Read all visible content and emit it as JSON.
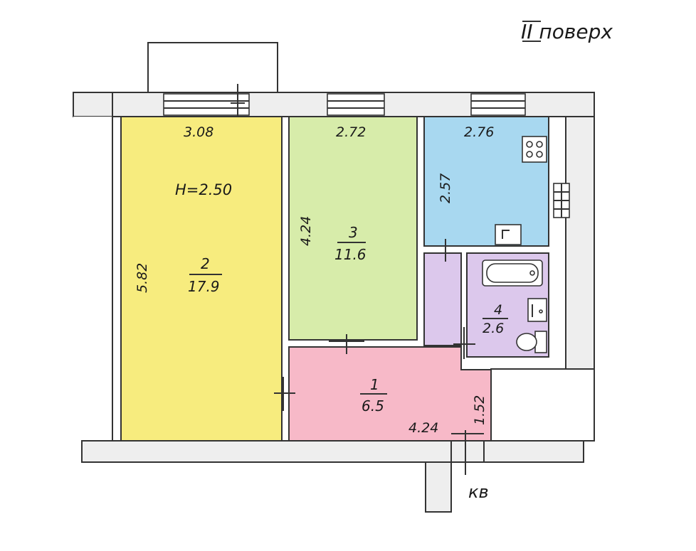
{
  "floor_label": "II поверх",
  "ceiling_height": "H=2.50",
  "entrance_label": "кв",
  "colors": {
    "living_room": "#f7ec7e",
    "bedroom": "#d7ecaa",
    "kitchen": "#a8d8f0",
    "bathroom": "#dcc8ec",
    "corridor": "#f7b9c8",
    "closet": "#dcc8ec",
    "wall": "#eeeeee"
  },
  "rooms": [
    {
      "id": "living",
      "number": "2",
      "area": "17.9",
      "dims": {
        "top": "3.08",
        "left": "5.82"
      }
    },
    {
      "id": "bedroom",
      "number": "3",
      "area": "11.6",
      "dims": {
        "top": "2.72",
        "left": "4.24"
      }
    },
    {
      "id": "kitchen",
      "number": "",
      "area": "",
      "dims": {
        "top": "2.76",
        "left": "2.57"
      }
    },
    {
      "id": "bathroom",
      "number": "4",
      "area": "2.6",
      "dims": {}
    },
    {
      "id": "corridor",
      "number": "1",
      "area": "6.5",
      "dims": {
        "bottom": "4.24",
        "right": "1.52"
      }
    }
  ],
  "icons": [
    "stove-icon",
    "sink-icon",
    "bathtub-icon",
    "washbasin-icon",
    "toilet-icon",
    "radiator-icon"
  ]
}
